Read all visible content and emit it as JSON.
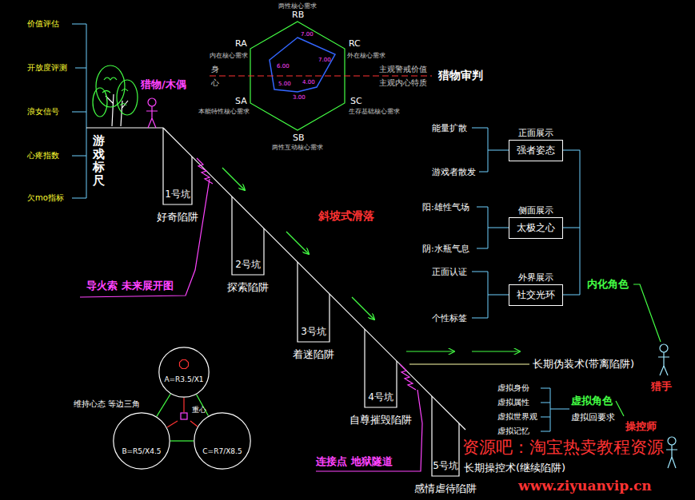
{
  "diagram": {
    "nodes": [
      {
        "text": [
          "1号坑",
          "好奇陷阱"
        ]
      },
      {
        "text": [
          "2号坑",
          "探索陷阱"
        ]
      },
      {
        "text": [
          "3号坑",
          "着迷陷阱"
        ]
      },
      {
        "text": [
          "4号坑",
          "自尊摧毁陷阱"
        ]
      },
      {
        "text": [
          "5号坑",
          "感情虐待陷阱"
        ]
      },
      {
        "text": [
          "正面展示",
          "强者姿态"
        ]
      },
      {
        "text": [
          "侧面展示",
          "太极之心"
        ]
      },
      {
        "text": [
          "外界展示",
          "社交光环"
        ]
      },
      {
        "text": [
          "A=R3.5/X1"
        ]
      },
      {
        "text": [
          "B=R5/X4.5"
        ]
      },
      {
        "text": [
          "C=R7/X8.5"
        ]
      }
    ],
    "edges": [
      {
        "from": 8,
        "to": 9,
        "arrow": "none"
      },
      {
        "from": 9,
        "to": 10,
        "arrow": "none"
      },
      {
        "from": 10,
        "to": 8,
        "arrow": "none"
      }
    ],
    "labels": [
      "价值评估",
      "开放度评测",
      "浪女信号",
      "心疼指数",
      "欠mo指标",
      "游戏标尺",
      "猎物/木偶",
      "斜坡式滑落",
      "导火索 未来展开图",
      "连接点 地狱隧道",
      "RB",
      "两性核心需求",
      "RA",
      "内在核心需求",
      "RC",
      "外在核心需求",
      "SA",
      "本能特性核心需求",
      "SC",
      "生存基础核心需求",
      "SB",
      "两性互动核心需求",
      "7.00",
      "6.00",
      "7.00",
      "5.00",
      "3.00",
      "4.00",
      "身",
      "心",
      "主观警戒价值",
      "主观内心特质",
      "猎物审判",
      "能量扩散",
      "游戏者散发",
      "阳:雄性气场",
      "阴:水瓶气息",
      "正面认证",
      "个性标签",
      "内化角色",
      "猎手",
      "长期伪装术(带离陷阱)",
      "虚拟身份",
      "虚拟属性",
      "虚拟世界观",
      "虚拟记忆",
      "虚拟角色",
      "虚拟回要求",
      "操控师",
      "长期操控术(继续陷阱)",
      "维持心态 等边三角",
      "重心",
      "资源吧：淘宝热卖教程资源",
      "www.ziyuanvip.cn"
    ]
  }
}
